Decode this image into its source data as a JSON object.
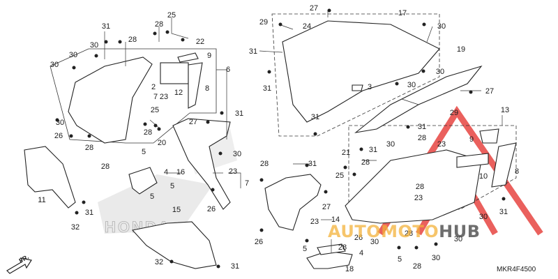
{
  "diagram": {
    "code": "MKR4F4500",
    "front_marker": "FR.",
    "brand_on_fairing": "HONDA",
    "watermark": {
      "part1": "AUTOMOTO",
      "part2": "HUB",
      "color_accent": "#f3b23a",
      "color_dark": "#4a4a4a",
      "logo_color": "#e53935"
    },
    "callouts": [
      {
        "n": "25"
      },
      {
        "n": "31"
      },
      {
        "n": "28"
      },
      {
        "n": "28"
      },
      {
        "n": "22"
      },
      {
        "n": "30"
      },
      {
        "n": "9"
      },
      {
        "n": "30"
      },
      {
        "n": "6"
      },
      {
        "n": "30"
      },
      {
        "n": "2"
      },
      {
        "n": "12"
      },
      {
        "n": "7"
      },
      {
        "n": "8"
      },
      {
        "n": "23"
      },
      {
        "n": "25"
      },
      {
        "n": "30"
      },
      {
        "n": "26"
      },
      {
        "n": "28"
      },
      {
        "n": "20"
      },
      {
        "n": "28"
      },
      {
        "n": "28"
      },
      {
        "n": "27"
      },
      {
        "n": "31"
      },
      {
        "n": "5"
      },
      {
        "n": "16"
      },
      {
        "n": "4"
      },
      {
        "n": "5"
      },
      {
        "n": "5"
      },
      {
        "n": "30"
      },
      {
        "n": "23"
      },
      {
        "n": "7"
      },
      {
        "n": "11"
      },
      {
        "n": "31"
      },
      {
        "n": "32"
      },
      {
        "n": "26"
      },
      {
        "n": "15"
      },
      {
        "n": "32"
      },
      {
        "n": "31"
      },
      {
        "n": "27"
      },
      {
        "n": "17"
      },
      {
        "n": "29"
      },
      {
        "n": "24"
      },
      {
        "n": "30"
      },
      {
        "n": "31"
      },
      {
        "n": "31"
      },
      {
        "n": "31"
      },
      {
        "n": "3"
      },
      {
        "n": "30"
      },
      {
        "n": "30"
      },
      {
        "n": "19"
      },
      {
        "n": "27"
      },
      {
        "n": "29"
      },
      {
        "n": "13"
      },
      {
        "n": "30"
      },
      {
        "n": "31"
      },
      {
        "n": "9"
      },
      {
        "n": "28"
      },
      {
        "n": "23"
      },
      {
        "n": "31"
      },
      {
        "n": "21"
      },
      {
        "n": "28"
      },
      {
        "n": "25"
      },
      {
        "n": "10"
      },
      {
        "n": "8"
      },
      {
        "n": "31"
      },
      {
        "n": "28"
      },
      {
        "n": "23"
      },
      {
        "n": "30"
      },
      {
        "n": "27"
      },
      {
        "n": "31"
      },
      {
        "n": "23"
      },
      {
        "n": "14"
      },
      {
        "n": "26"
      },
      {
        "n": "5"
      },
      {
        "n": "26"
      },
      {
        "n": "30"
      },
      {
        "n": "28"
      },
      {
        "n": "30"
      },
      {
        "n": "28"
      },
      {
        "n": "4"
      },
      {
        "n": "18"
      },
      {
        "n": "5"
      },
      {
        "n": "28"
      },
      {
        "n": "30"
      },
      {
        "n": "28"
      },
      {
        "n": "30"
      }
    ]
  }
}
